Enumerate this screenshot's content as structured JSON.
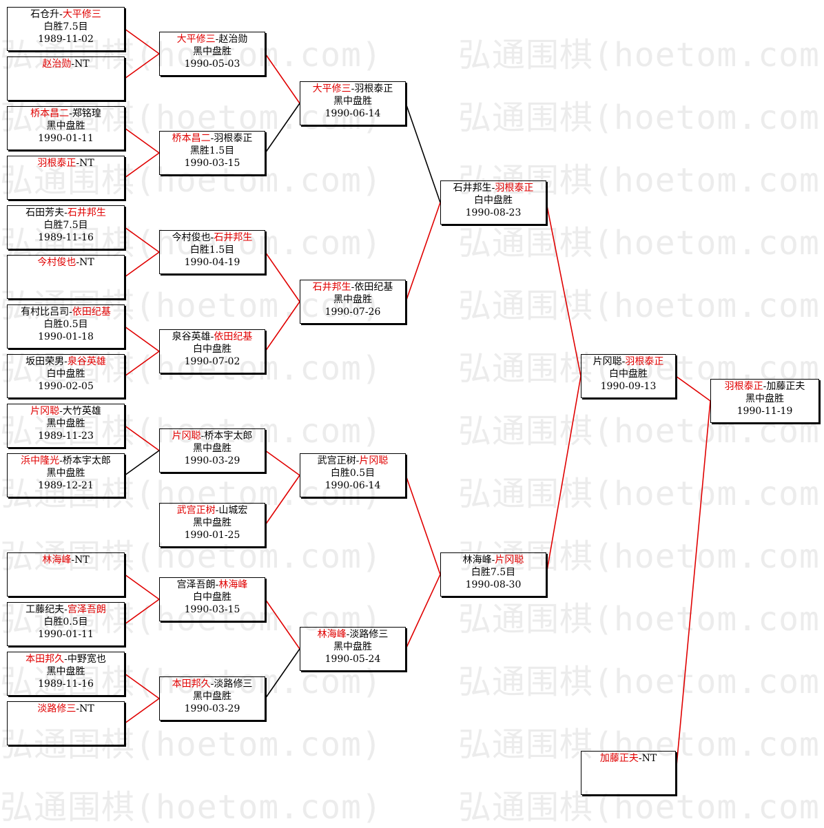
{
  "watermark": "弘通围棋(hoetom.com)",
  "colors": {
    "winner": "#e00000",
    "normal": "#000000",
    "watermark": "#ececec"
  },
  "matches": [
    {
      "id": "r1m1",
      "p1": "石仓升",
      "p2": "大平修三",
      "winner": 2,
      "result": "白胜7.5目",
      "date": "1989-11-02"
    },
    {
      "id": "r1m2",
      "p1": "赵治勋",
      "p2": "NT",
      "winner": 1,
      "result": "",
      "date": ""
    },
    {
      "id": "r1m3",
      "p1": "桥本昌二",
      "p2": "郑铭瑝",
      "winner": 1,
      "result": "黑中盘胜",
      "date": "1990-01-11"
    },
    {
      "id": "r1m4",
      "p1": "羽根泰正",
      "p2": "NT",
      "winner": 1,
      "result": "",
      "date": ""
    },
    {
      "id": "r1m5",
      "p1": "石田芳夫",
      "p2": "石井邦生",
      "winner": 2,
      "result": "白胜7.5目",
      "date": "1989-11-16"
    },
    {
      "id": "r1m6",
      "p1": "今村俊也",
      "p2": "NT",
      "winner": 1,
      "result": "",
      "date": ""
    },
    {
      "id": "r1m7",
      "p1": "有村比吕司",
      "p2": "依田纪基",
      "winner": 2,
      "result": "白胜0.5目",
      "date": "1990-01-18"
    },
    {
      "id": "r1m8",
      "p1": "坂田荣男",
      "p2": "泉谷英雄",
      "winner": 2,
      "result": "白中盘胜",
      "date": "1990-02-05"
    },
    {
      "id": "r1m9",
      "p1": "片冈聪",
      "p2": "大竹英雄",
      "winner": 1,
      "result": "黑中盘胜",
      "date": "1989-11-23"
    },
    {
      "id": "r1m10",
      "p1": "浜中隆光",
      "p2": "桥本宇太郎",
      "winner": 1,
      "result": "黑中盘胜",
      "date": "1989-12-21"
    },
    {
      "id": "r1m11",
      "p1": "林海峰",
      "p2": "NT",
      "winner": 1,
      "result": "",
      "date": ""
    },
    {
      "id": "r1m12",
      "p1": "工藤纪夫",
      "p2": "宫泽吾朗",
      "winner": 2,
      "result": "白胜0.5目",
      "date": "1990-01-11"
    },
    {
      "id": "r1m13",
      "p1": "本田邦久",
      "p2": "中野宽也",
      "winner": 1,
      "result": "黑中盘胜",
      "date": "1989-11-16"
    },
    {
      "id": "r1m14",
      "p1": "淡路修三",
      "p2": "NT",
      "winner": 1,
      "result": "",
      "date": ""
    },
    {
      "id": "r2m1",
      "p1": "大平修三",
      "p2": "赵治勋",
      "winner": 1,
      "result": "黑中盘胜",
      "date": "1990-05-03"
    },
    {
      "id": "r2m2",
      "p1": "桥本昌二",
      "p2": "羽根泰正",
      "winner": 1,
      "result": "黑胜1.5目",
      "date": "1990-03-15"
    },
    {
      "id": "r2m3",
      "p1": "今村俊也",
      "p2": "石井邦生",
      "winner": 2,
      "result": "白胜1.5目",
      "date": "1990-04-19"
    },
    {
      "id": "r2m4",
      "p1": "泉谷英雄",
      "p2": "依田纪基",
      "winner": 2,
      "result": "白中盘胜",
      "date": "1990-07-02"
    },
    {
      "id": "r2m5",
      "p1": "片冈聪",
      "p2": "桥本宇太郎",
      "winner": 1,
      "result": "黑中盘胜",
      "date": "1990-03-29"
    },
    {
      "id": "r2m6",
      "p1": "武宫正树",
      "p2": "山城宏",
      "winner": 1,
      "result": "黑中盘胜",
      "date": "1990-01-25"
    },
    {
      "id": "r2m7",
      "p1": "宫泽吾朗",
      "p2": "林海峰",
      "winner": 2,
      "result": "白中盘胜",
      "date": "1990-03-15"
    },
    {
      "id": "r2m8",
      "p1": "本田邦久",
      "p2": "淡路修三",
      "winner": 1,
      "result": "黑中盘胜",
      "date": "1990-03-29"
    },
    {
      "id": "r3m1",
      "p1": "大平修三",
      "p2": "羽根泰正",
      "winner": 1,
      "result": "黑中盘胜",
      "date": "1990-06-14"
    },
    {
      "id": "r3m2",
      "p1": "石井邦生",
      "p2": "依田纪基",
      "winner": 1,
      "result": "黑中盘胜",
      "date": "1990-07-26"
    },
    {
      "id": "r3m3",
      "p1": "武宫正树",
      "p2": "片冈聪",
      "winner": 2,
      "result": "白胜0.5目",
      "date": "1990-06-14"
    },
    {
      "id": "r3m4",
      "p1": "林海峰",
      "p2": "淡路修三",
      "winner": 1,
      "result": "黑中盘胜",
      "date": "1990-05-24"
    },
    {
      "id": "r4m1",
      "p1": "石井邦生",
      "p2": "羽根泰正",
      "winner": 2,
      "result": "白中盘胜",
      "date": "1990-08-23"
    },
    {
      "id": "r4m2",
      "p1": "林海峰",
      "p2": "片冈聪",
      "winner": 2,
      "result": "白胜7.5目",
      "date": "1990-08-30"
    },
    {
      "id": "r5m1",
      "p1": "片冈聪",
      "p2": "羽根泰正",
      "winner": 2,
      "result": "白中盘胜",
      "date": "1990-09-13"
    },
    {
      "id": "r5m2",
      "p1": "加藤正夫",
      "p2": "NT",
      "winner": 1,
      "result": "",
      "date": ""
    },
    {
      "id": "final",
      "p1": "羽根泰正",
      "p2": "加藤正夫",
      "winner": 1,
      "result": "黑中盘胜",
      "date": "1990-11-19"
    }
  ],
  "connectors": [
    {
      "from": "r1m1",
      "to": "r2m1",
      "win": true
    },
    {
      "from": "r1m2",
      "to": "r2m1",
      "win": true
    },
    {
      "from": "r1m3",
      "to": "r2m2",
      "win": true
    },
    {
      "from": "r1m4",
      "to": "r2m2",
      "win": true
    },
    {
      "from": "r1m5",
      "to": "r2m3",
      "win": true
    },
    {
      "from": "r1m6",
      "to": "r2m3",
      "win": true
    },
    {
      "from": "r1m7",
      "to": "r2m4",
      "win": true
    },
    {
      "from": "r1m8",
      "to": "r2m4",
      "win": true
    },
    {
      "from": "r1m9",
      "to": "r2m5",
      "win": true
    },
    {
      "from": "r1m10",
      "to": "r2m5",
      "win": false
    },
    {
      "from": "r1m11",
      "to": "r2m7",
      "win": true
    },
    {
      "from": "r1m12",
      "to": "r2m7",
      "win": true
    },
    {
      "from": "r1m13",
      "to": "r2m8",
      "win": true
    },
    {
      "from": "r1m14",
      "to": "r2m8",
      "win": true
    },
    {
      "from": "r2m1",
      "to": "r3m1",
      "win": true
    },
    {
      "from": "r2m2",
      "to": "r3m1",
      "win": false
    },
    {
      "from": "r2m3",
      "to": "r3m2",
      "win": true
    },
    {
      "from": "r2m4",
      "to": "r3m2",
      "win": true
    },
    {
      "from": "r2m5",
      "to": "r3m3",
      "win": true
    },
    {
      "from": "r2m6",
      "to": "r3m3",
      "win": true
    },
    {
      "from": "r2m7",
      "to": "r3m4",
      "win": true
    },
    {
      "from": "r2m8",
      "to": "r3m4",
      "win": false
    },
    {
      "from": "r3m1",
      "to": "r4m1",
      "win": false
    },
    {
      "from": "r3m2",
      "to": "r4m1",
      "win": true
    },
    {
      "from": "r3m3",
      "to": "r4m2",
      "win": true
    },
    {
      "from": "r3m4",
      "to": "r4m2",
      "win": true
    },
    {
      "from": "r4m1",
      "to": "r5m1",
      "win": true
    },
    {
      "from": "r4m2",
      "to": "r5m1",
      "win": true
    },
    {
      "from": "r5m1",
      "to": "final",
      "win": true
    },
    {
      "from": "r5m2",
      "to": "final",
      "win": true
    }
  ]
}
